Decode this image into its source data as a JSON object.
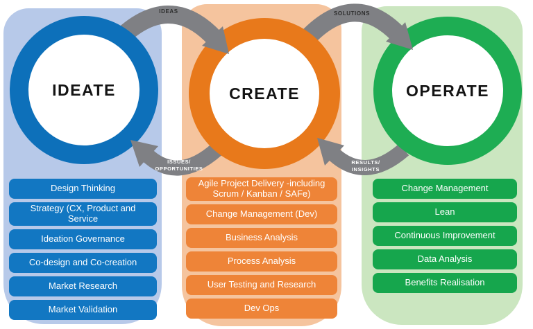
{
  "diagram": {
    "columns": [
      {
        "id": "ideate",
        "title": "IDEATE",
        "colors": {
          "panel": "#b7c9e9",
          "ring": "#0d70ba",
          "item": "#1277c2"
        },
        "items": [
          "Design Thinking",
          "Strategy (CX, Product and Service",
          "Ideation Governance",
          "Co-design and Co-creation",
          "Market Research",
          "Market Validation"
        ]
      },
      {
        "id": "create",
        "title": "CREATE",
        "colors": {
          "panel": "#f5c49e",
          "ring": "#e8791b",
          "item": "#ee8438"
        },
        "items": [
          "Agile Project Delivery -including Scrum / Kanban / SAFe)",
          "Change Management (Dev)",
          "Business Analysis",
          "Process Analysis",
          "User Testing and Research",
          "Dev Ops"
        ]
      },
      {
        "id": "operate",
        "title": "OPERATE",
        "colors": {
          "panel": "#cbe6c0",
          "ring": "#1ead53",
          "item": "#16a64d"
        },
        "items": [
          "Change Management",
          "Lean",
          "Continuous Improvement",
          "Data Analysis",
          "Benefits Realisation"
        ]
      }
    ],
    "arrows": {
      "color": "#7f8084",
      "top": [
        {
          "label": "IDEAS"
        },
        {
          "label": "SOLUTIONS"
        }
      ],
      "bottom": [
        {
          "label_line1": "ISSUES/",
          "label_line2": "OPPORTUNITIES"
        },
        {
          "label_line1": "RESULTS/",
          "label_line2": "INSIGHTS"
        }
      ]
    }
  }
}
